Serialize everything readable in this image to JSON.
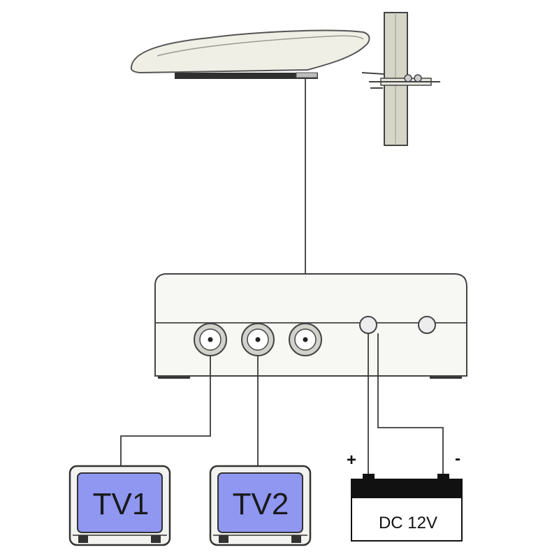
{
  "tv1": {
    "label": "TV1"
  },
  "tv2": {
    "label": "TV2"
  },
  "battery": {
    "label": "DC 12V",
    "plus": "+",
    "minus": "-"
  },
  "colors": {
    "line": "#3a3a3a",
    "screen": "#8f97f1",
    "antenna_body": "#efefe6",
    "unit_body": "#f7f7f3",
    "mast": "#d6d6c8",
    "battery_top": "#111111"
  }
}
